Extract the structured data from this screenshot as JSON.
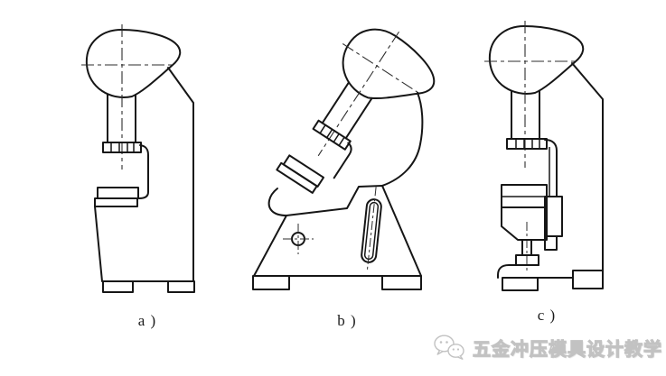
{
  "style": {
    "background": "#ffffff",
    "line_color": "#161616",
    "centerline_color": "#2e2e2e",
    "watermark_color": "#c2c2c2"
  },
  "figures": {
    "a": {
      "label": "a )"
    },
    "b": {
      "label": "b )"
    },
    "c": {
      "label": "c )"
    }
  },
  "watermark": {
    "icon": "wechat-icon",
    "text": "五金冲压模具设计教学"
  }
}
